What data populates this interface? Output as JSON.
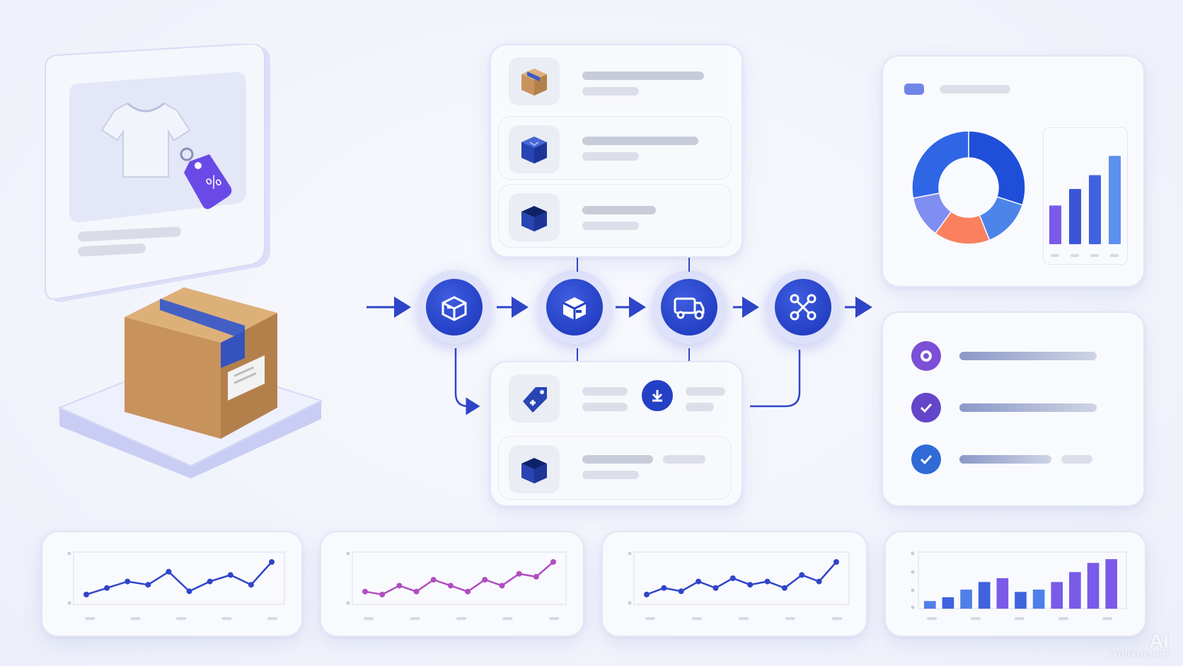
{
  "colors": {
    "accent_blue": "#2440c4",
    "node_halo": "#7680eb",
    "purple_series": "#b04ec0",
    "line_series": "#2f45c8",
    "donut": [
      "#1f4ed8",
      "#4d84ea",
      "#fa8060",
      "#7f8ef0",
      "#2f66e6"
    ],
    "orange": "#fa8060"
  },
  "storefront": {
    "tag_icon": "percent-tag-icon",
    "product_icon": "tshirt-icon"
  },
  "package": {
    "icon": "cardboard-box-icon"
  },
  "flow": {
    "nodes": [
      {
        "icon": "package-open-icon"
      },
      {
        "icon": "package-sort-icon"
      },
      {
        "icon": "delivery-truck-icon"
      },
      {
        "icon": "network-hub-icon"
      }
    ]
  },
  "inventory_list": {
    "items": [
      {
        "icon": "cardboard-box-icon"
      },
      {
        "icon": "blue-box-icon"
      },
      {
        "icon": "open-box-icon"
      }
    ]
  },
  "returns_list": {
    "items": [
      {
        "icon": "price-tag-icon",
        "badge_icon": "download-badge-icon"
      },
      {
        "icon": "open-box-icon"
      }
    ]
  },
  "analytics": {
    "donut_shares": [
      0.3,
      0.14,
      0.16,
      0.12,
      0.28
    ],
    "mini_bars": [
      0.42,
      0.6,
      0.75,
      0.96
    ]
  },
  "checklist": {
    "items": [
      {
        "state": "pending",
        "progress": 1.0
      },
      {
        "state": "done",
        "progress": 1.0
      },
      {
        "state": "done",
        "progress": 0.67
      }
    ]
  },
  "sparklines": [
    {
      "values": [
        1,
        2,
        3,
        2.5,
        4.5,
        1.5,
        3,
        4,
        2.5,
        6
      ]
    },
    {
      "values": [
        2,
        1.5,
        3,
        2,
        4,
        3,
        2,
        4,
        3,
        5,
        4.5,
        7
      ]
    },
    {
      "values": [
        1,
        2,
        1.5,
        3,
        2,
        3.5,
        2.5,
        3,
        2,
        4,
        3,
        6
      ]
    }
  ],
  "bar_chart": {
    "values": [
      1,
      1.5,
      2.5,
      3.5,
      4,
      2.2,
      2.5,
      3.5,
      4.8,
      6,
      6.5
    ]
  },
  "watermark": {
    "line1": "AI",
    "line2": "WORKBENCH"
  }
}
